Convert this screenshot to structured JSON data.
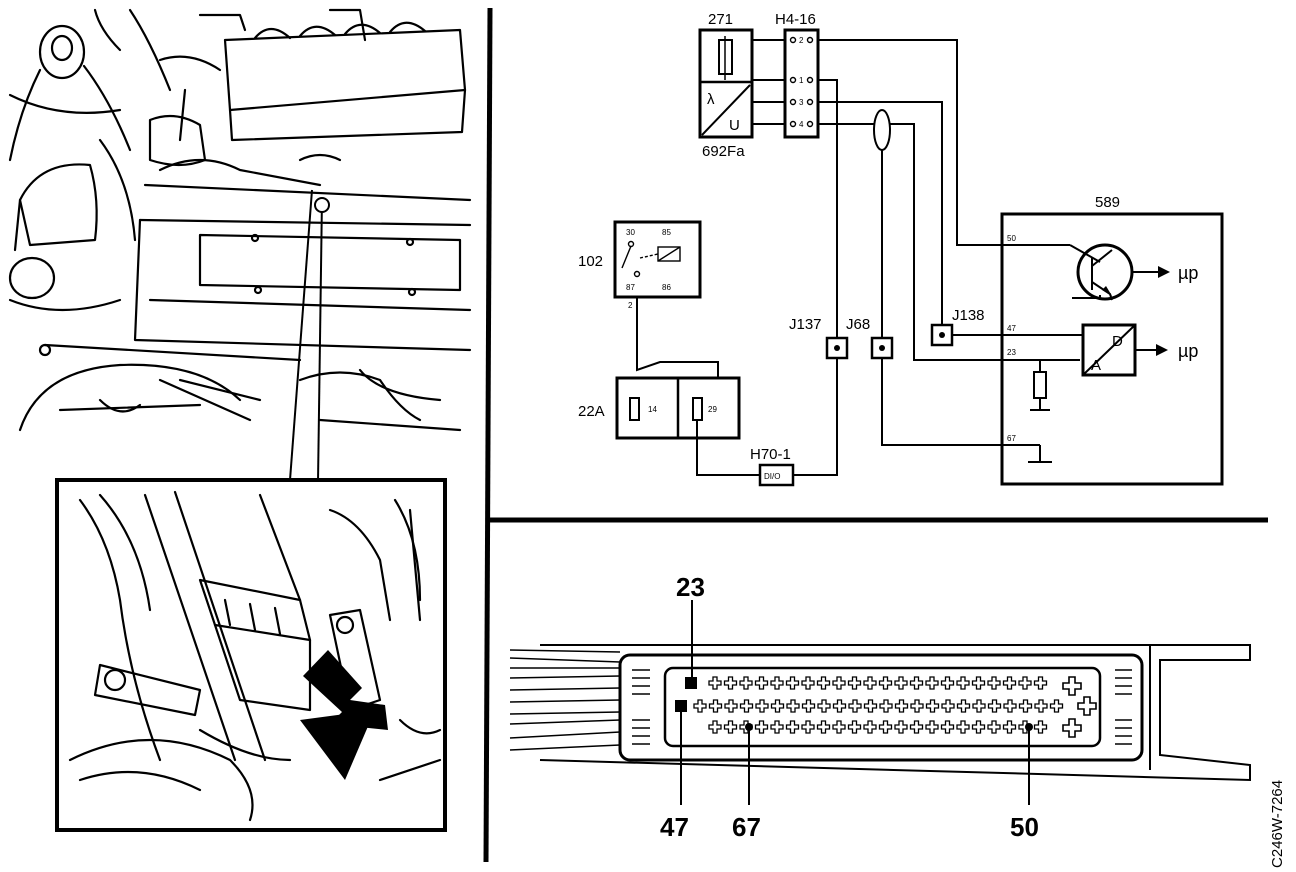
{
  "components": {
    "c271": "271",
    "h416": "H4-16",
    "c692": "692Fa",
    "c102": "102",
    "c22a": "22A",
    "c589": "589",
    "j137": "J137",
    "j68": "J68",
    "j138": "J138",
    "h701": "H70-1"
  },
  "sensor": {
    "lambda": "λ",
    "u": "U"
  },
  "connector_pins": {
    "p2": "2",
    "p1": "1",
    "p3": "3",
    "p4": "4"
  },
  "relay_pins": {
    "p30": "30",
    "p85": "85",
    "p87": "87",
    "p86": "86",
    "p2": "2"
  },
  "fuse_pins": {
    "f14": "14",
    "f29": "29"
  },
  "h70_pins": "DI/O",
  "ecu_pins": {
    "p50": "50",
    "p47": "47",
    "p23": "23",
    "p67": "67"
  },
  "ecu_blocks": {
    "d": "D",
    "a": "A",
    "out1": "µp",
    "out2": "µp"
  },
  "callouts": {
    "c23": "23",
    "c47": "47",
    "c67": "67",
    "c50": "50"
  },
  "figure_code": "C246W-7264"
}
